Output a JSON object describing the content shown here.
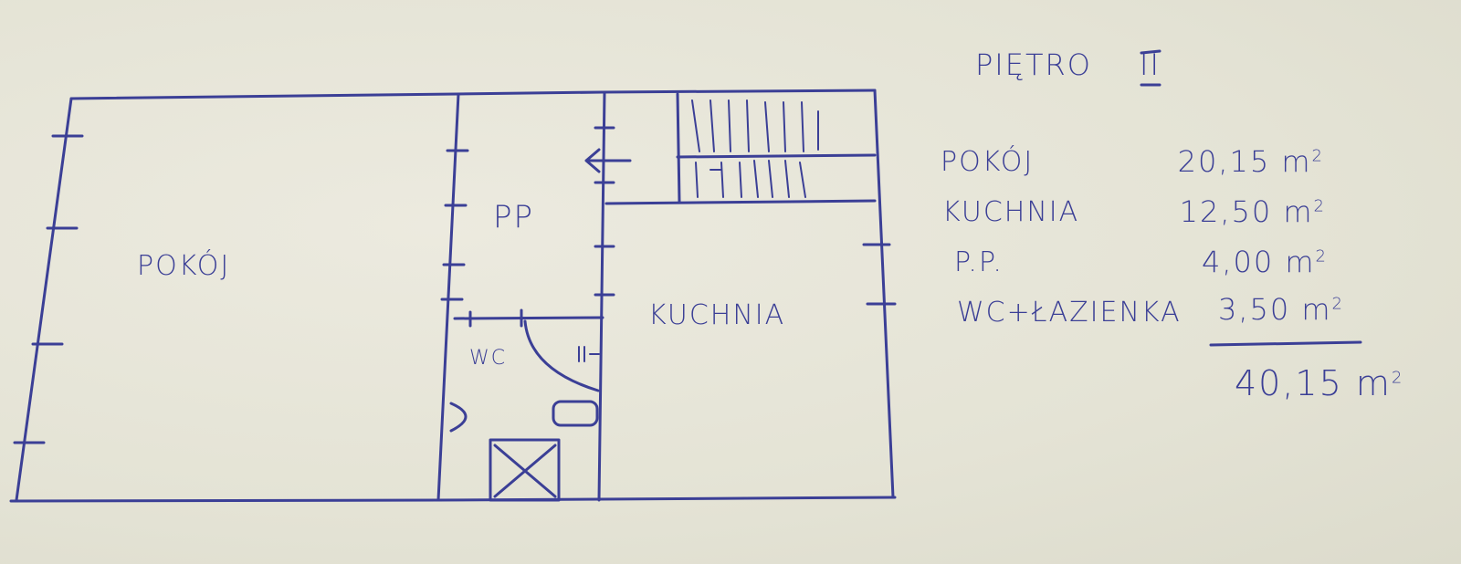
{
  "plan": {
    "rooms": {
      "pokoj": "POKÓJ",
      "pp": "PP",
      "kuchnia": "KUCHNIA",
      "wc": "WC"
    }
  },
  "legend": {
    "title": "PIĘTRO",
    "floor_number": "II",
    "unit": "m",
    "unit_exp": "2",
    "rows": [
      {
        "name": "POKÓJ",
        "area": "20,15"
      },
      {
        "name": "KUCHNIA",
        "area": "12,50"
      },
      {
        "name": "P.P.",
        "area": "4,00"
      },
      {
        "name": "WC+ŁAZIENKA",
        "area": "3,50"
      }
    ],
    "total": "40,15"
  },
  "colors": {
    "ink": "#3b3f96",
    "paper": "#e6e5d8"
  }
}
